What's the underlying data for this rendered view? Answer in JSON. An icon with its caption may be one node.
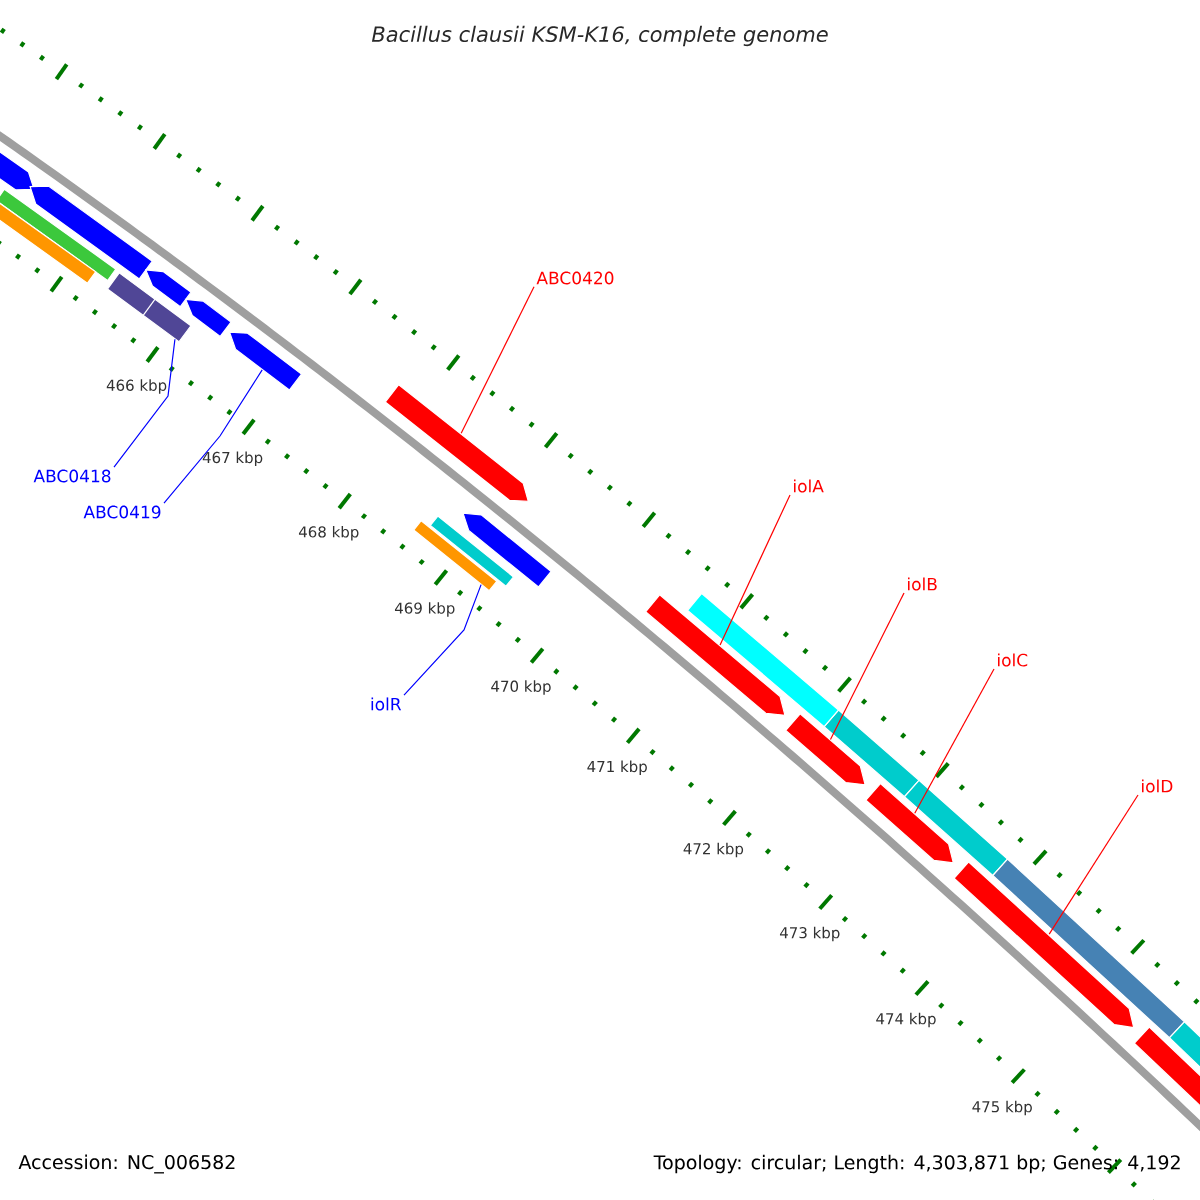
{
  "diagram": {
    "title": "*Bacillus clausii* KSM-K16, complete genome",
    "nodes": [
      {
        "text": [
          "ABC0420"
        ]
      },
      {
        "text": [
          "iolA"
        ]
      },
      {
        "text": [
          "iolB"
        ]
      },
      {
        "text": [
          "iolC"
        ]
      },
      {
        "text": [
          "iolD"
        ]
      },
      {
        "text": [
          "ABC0418"
        ]
      },
      {
        "text": [
          "ABC0419"
        ]
      },
      {
        "text": [
          "iolR"
        ]
      },
      {
        "text": [],
        "shape": "bar"
      },
      {
        "text": [],
        "shape": "bar"
      },
      {
        "text": [],
        "shape": "bar"
      },
      {
        "text": [],
        "shape": "bar"
      },
      {
        "text": [],
        "shape": "bar"
      },
      {
        "text": [],
        "shape": "bar"
      },
      {
        "text": [],
        "shape": "bar"
      },
      {
        "text": [],
        "shape": "bar"
      },
      {
        "text": [],
        "shape": "bar"
      }
    ],
    "edges": [
      {
        "from": 0,
        "to": 8,
        "arrow": "none"
      },
      {
        "from": 1,
        "to": 9,
        "arrow": "none"
      },
      {
        "from": 2,
        "to": 10,
        "arrow": "none"
      },
      {
        "from": 3,
        "to": 11,
        "arrow": "none"
      },
      {
        "from": 4,
        "to": 12,
        "arrow": "none"
      },
      {
        "from": 5,
        "to": 13,
        "arrow": "none",
        "color": "#0000ff"
      },
      {
        "from": 6,
        "to": 14,
        "arrow": "none",
        "color": "#0000ff"
      },
      {
        "from": 7,
        "to": 15,
        "arrow": "none",
        "color": "#0000ff"
      }
    ],
    "labels": [
      "466 kbp",
      "467 kbp",
      "468 kbp",
      "469 kbp",
      "470 kbp",
      "471 kbp",
      "472 kbp",
      "473 kbp",
      "474 kbp",
      "475 kbp",
      "Accession: NC_006582",
      "Topology: circular; Length: 4,303,871 bp; Genes: 4,192"
    ]
  }
}
